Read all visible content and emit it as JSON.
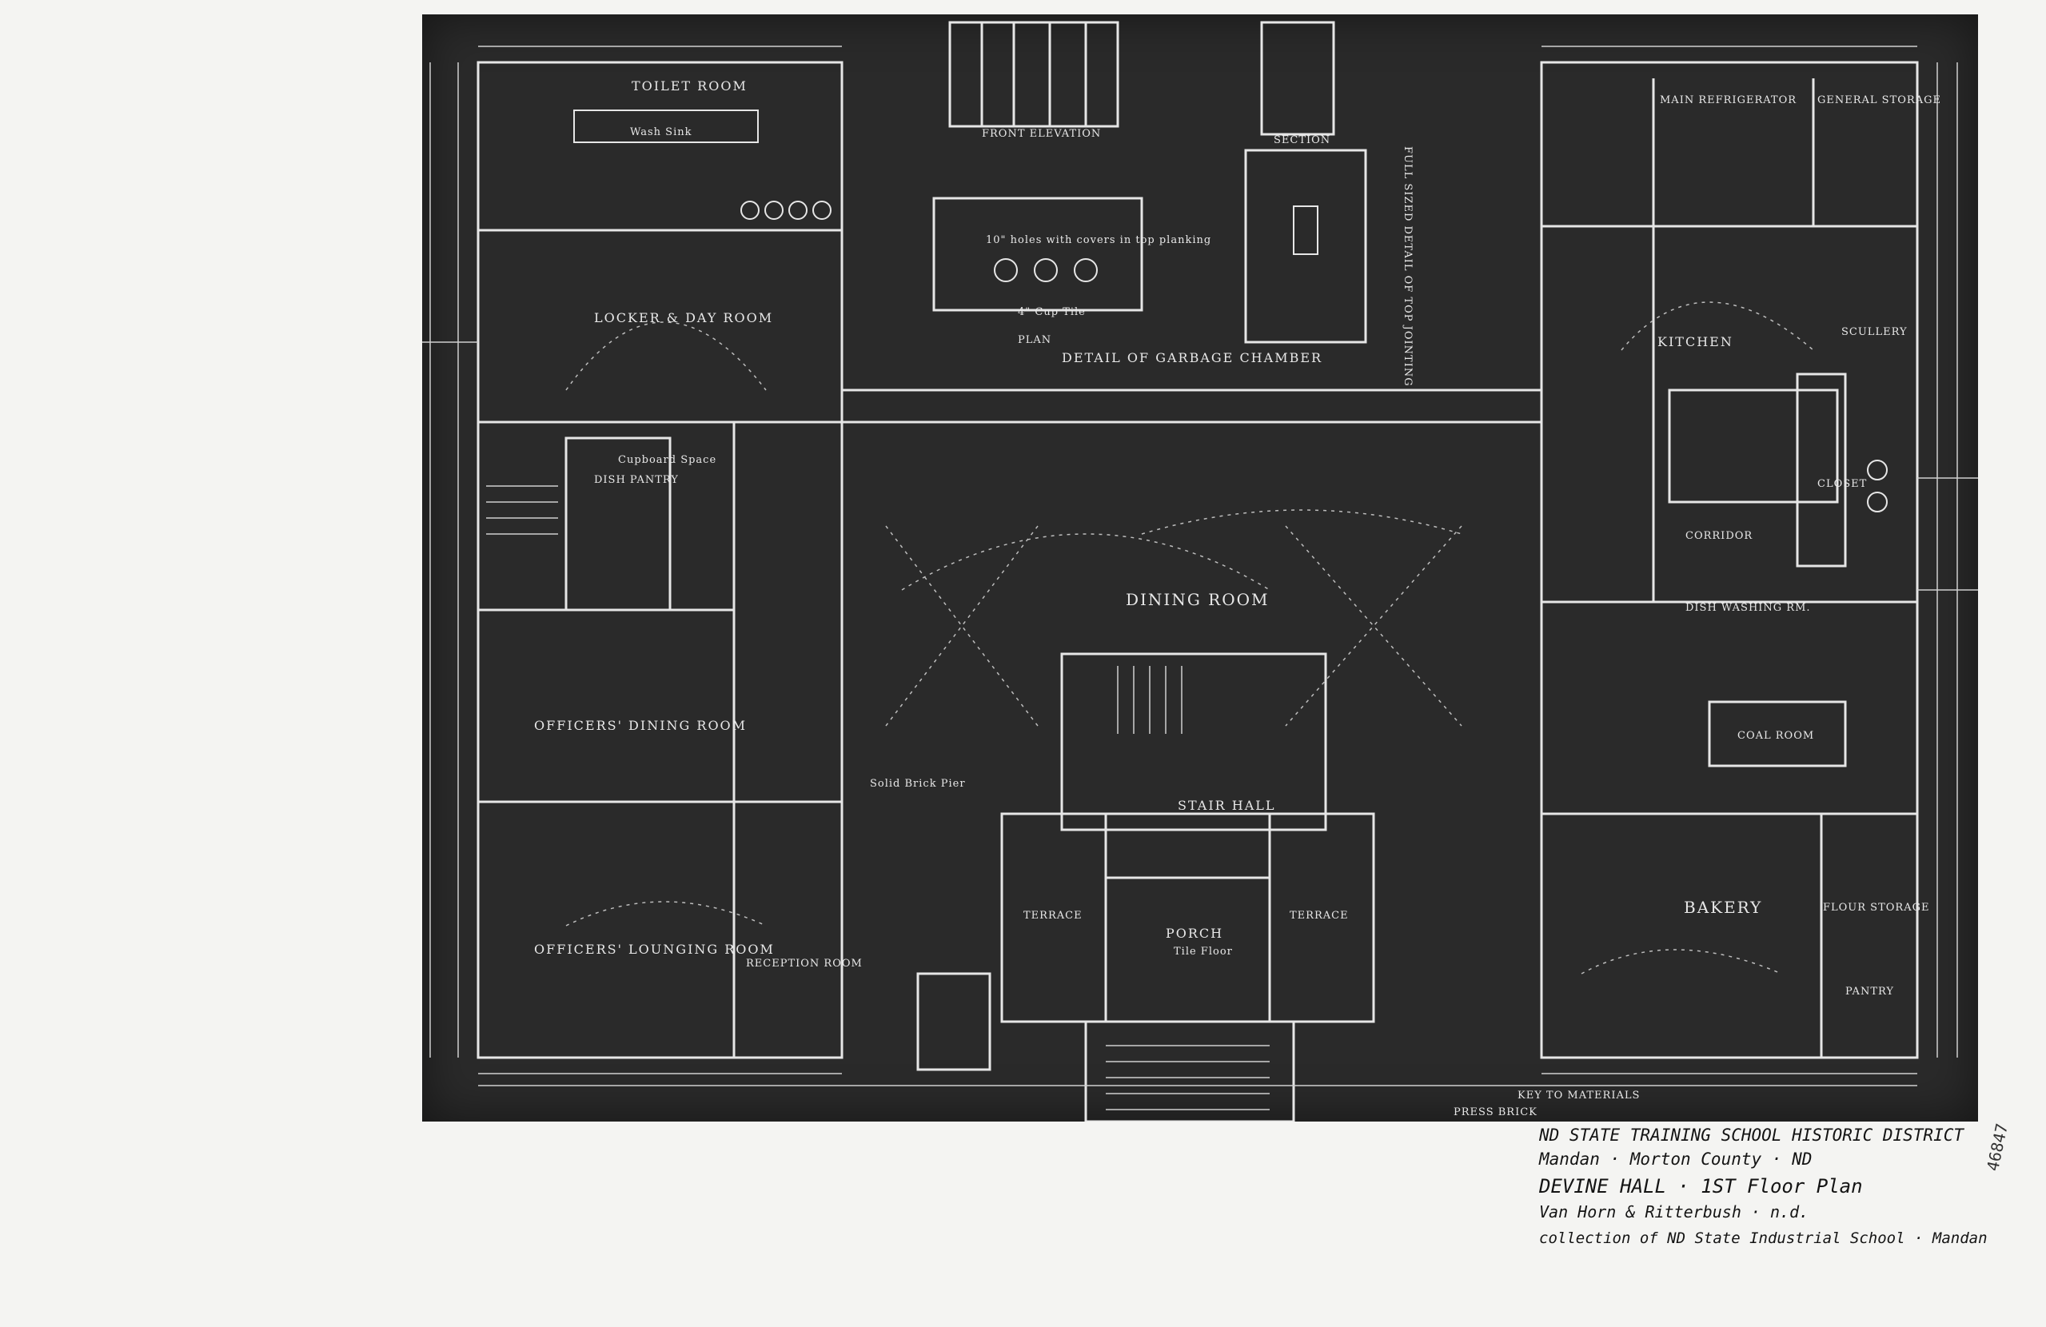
{
  "plan": {
    "rooms": [
      "TOILET ROOM",
      "LOCKER & DAY ROOM",
      "DISH PANTRY",
      "OFFICERS' DINING ROOM",
      "OFFICERS' LOUNGING ROOM",
      "RECEPTION ROOM",
      "DINING ROOM",
      "STAIR HALL",
      "TERRACE",
      "TERRACE",
      "PORCH",
      "KITCHEN",
      "CORRIDOR",
      "DISH WASHING RM.",
      "COAL ROOM",
      "BAKERY",
      "FLOUR STORAGE",
      "PANTRY",
      "MAIN REFRIGERATOR",
      "GENERAL STORAGE",
      "SCULLERY",
      "CLOSET"
    ],
    "details": [
      "FRONT ELEVATION",
      "PLAN",
      "SECTION",
      "DETAIL OF GARBAGE CHAMBER",
      "FULL SIZED DETAIL OF TOP JOINTING",
      "KEY TO MATERIALS",
      "PRESS BRICK"
    ],
    "notes": [
      "Wash Sink",
      "Cupboard Space",
      "Tile Floor",
      "10\" holes with covers in top planking",
      "4\" Cup Tile",
      "Solid Brick Pier"
    ]
  },
  "caption": {
    "line1": "ND STATE TRAINING SCHOOL HISTORIC DISTRICT",
    "line2": "Mandan · Morton County · ND",
    "line3": "DEVINE HALL · 1ST Floor Plan",
    "line4": "Van Horn & Ritterbush · n.d.",
    "line5": "collection of ND State Industrial School · Mandan"
  },
  "stamp": "46847",
  "colors": {
    "paper": "#f4f4f2",
    "blueprint": "#2a2a2a",
    "linework": "#e8e8e8",
    "ink": "#141414"
  }
}
